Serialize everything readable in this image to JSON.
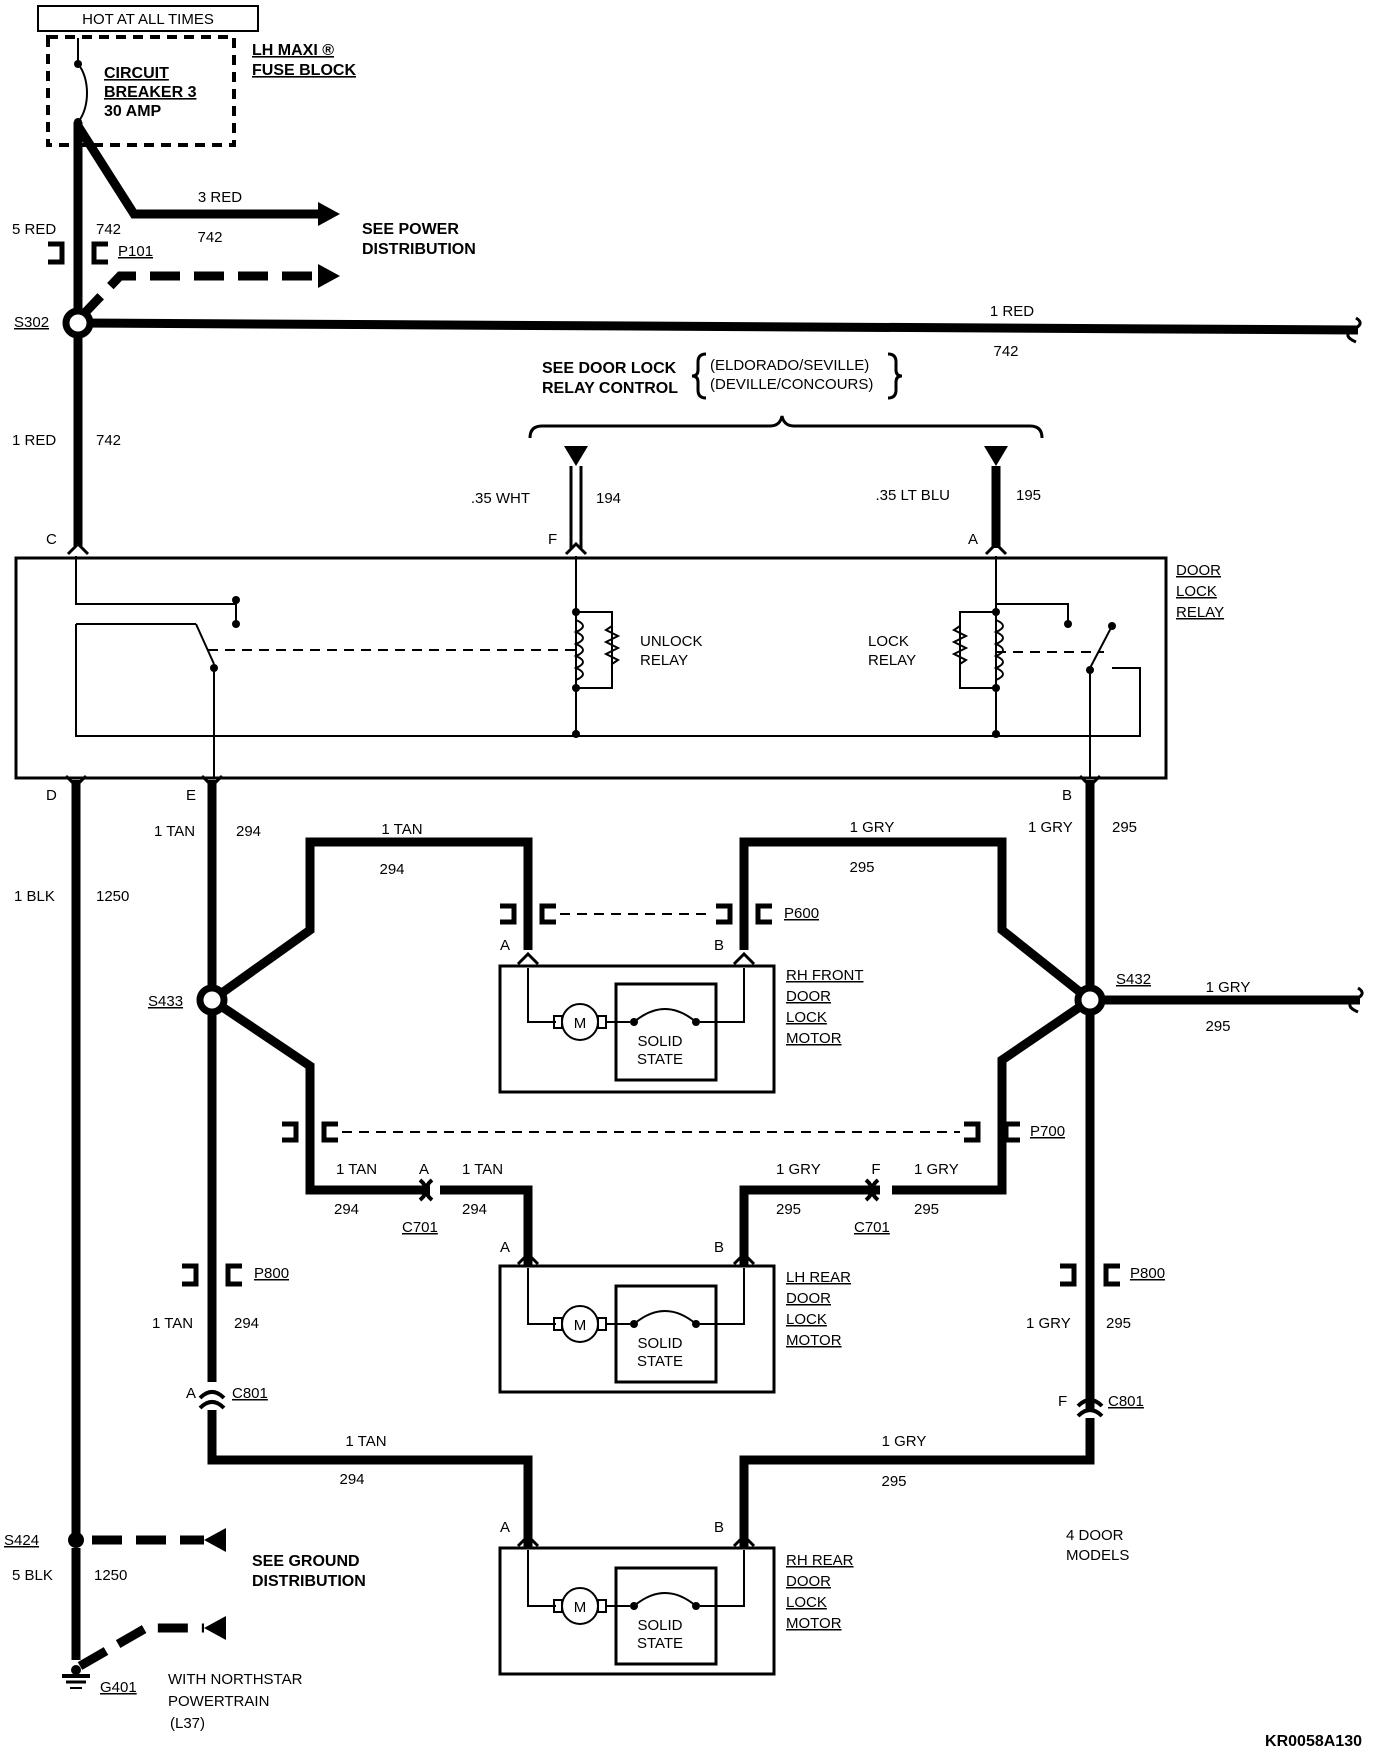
{
  "power": {
    "hot_label": "HOT AT ALL TIMES",
    "fuse_block_1": "LH MAXI ®",
    "fuse_block_2": "FUSE BLOCK",
    "breaker_1": "CIRCUIT",
    "breaker_2": "BREAKER 3",
    "breaker_3": "30 AMP",
    "w_3red": "3 RED",
    "c_742a": "742",
    "see_power_1": "SEE POWER",
    "see_power_2": "DISTRIBUTION",
    "w_5red": "5 RED",
    "c_742b": "742",
    "p101": "P101",
    "s302": "S302",
    "w_1red_h": "1 RED",
    "c_742c": "742",
    "w_1red_v": "1 RED",
    "c_742d": "742"
  },
  "relay_control": {
    "see_1": "SEE DOOR LOCK",
    "see_2": "RELAY CONTROL",
    "model_1": "(ELDORADO/SEVILLE)",
    "model_2": "(DEVILLE/CONCOURS)",
    "w_wht": ".35 WHT",
    "c_194": "194",
    "w_ltblu": ".35 LT BLU",
    "c_195": "195"
  },
  "relay": {
    "pin_c": "C",
    "pin_f": "F",
    "pin_a": "A",
    "pin_d": "D",
    "pin_e": "E",
    "pin_b": "B",
    "name_1": "DOOR",
    "name_2": "LOCK",
    "name_3": "RELAY",
    "unlock_1": "UNLOCK",
    "unlock_2": "RELAY",
    "lock_1": "LOCK",
    "lock_2": "RELAY"
  },
  "wires": {
    "w_1blk": "1 BLK",
    "c_1250": "1250",
    "w_tan_e": "1 TAN",
    "c_294_e": "294",
    "w_gry_b": "1 GRY",
    "c_295_b": "295",
    "w_tan_rf": "1 TAN",
    "c_294_rf": "294",
    "w_gry_rf": "1 GRY",
    "c_295_rf": "295",
    "p600": "P600",
    "s433": "S433",
    "s432": "S432",
    "w_gry_out": "1 GRY",
    "c_295_out": "295",
    "p700": "P700",
    "w_tan_c701l": "1 TAN",
    "c_294_c701l": "294",
    "pin_a_c701": "A",
    "w_tan_c701r": "1 TAN",
    "c_294_c701r": "294",
    "c701_a": "C701",
    "w_gry_c701l": "1 GRY",
    "c_295_c701l": "295",
    "pin_f_c701": "F",
    "w_gry_c701r": "1 GRY",
    "c_295_c701r": "295",
    "c701_b": "C701",
    "p800_l": "P800",
    "p800_r": "P800",
    "w_tan_p800": "1 TAN",
    "c_294_p800": "294",
    "w_gry_p800": "1 GRY",
    "c_295_p800": "295",
    "pin_a_c801": "A",
    "c801_a": "C801",
    "pin_f_c801": "F",
    "c801_b": "C801",
    "w_tan_bot": "1 TAN",
    "c_294_bot": "294",
    "w_gry_bot": "1 GRY",
    "c_295_bot": "295"
  },
  "motors": {
    "rf_1": "RH FRONT",
    "rf_2": "DOOR",
    "rf_3": "LOCK",
    "rf_4": "MOTOR",
    "lr_1": "LH REAR",
    "lr_2": "DOOR",
    "lr_3": "LOCK",
    "lr_4": "MOTOR",
    "rr_1": "RH REAR",
    "rr_2": "DOOR",
    "rr_3": "LOCK",
    "rr_4": "MOTOR",
    "pin_a": "A",
    "pin_b": "B",
    "motor_symbol": "M",
    "ss_1": "SOLID",
    "ss_2": "STATE"
  },
  "ground": {
    "s424": "S424",
    "w_5blk": "5 BLK",
    "c_1250": "1250",
    "see_1": "SEE GROUND",
    "see_2": "DISTRIBUTION",
    "g401": "G401",
    "north_1": "WITH NORTHSTAR",
    "north_2": "POWERTRAIN",
    "north_3": "(L37)"
  },
  "footer": {
    "models_1": "4 DOOR",
    "models_2": "MODELS",
    "code": "KR0058A130"
  }
}
